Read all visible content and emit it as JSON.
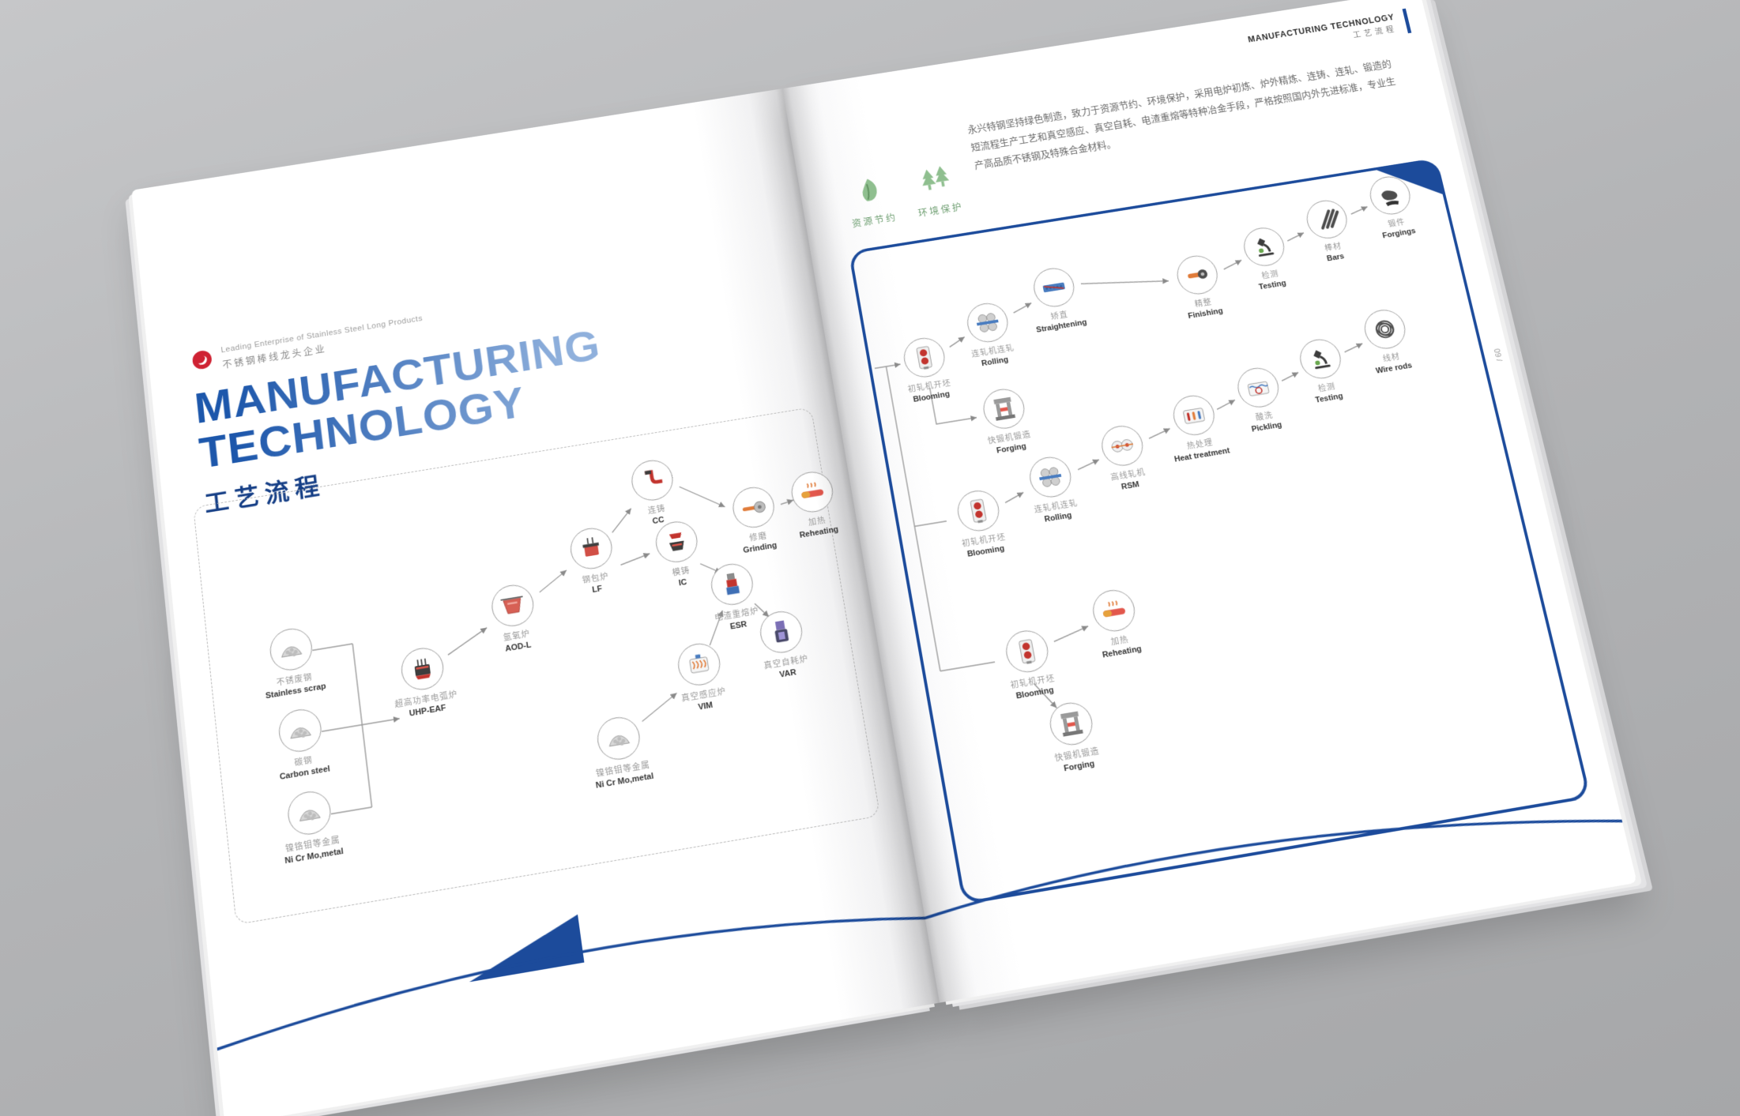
{
  "colors": {
    "brand_blue": "#1c4b9b",
    "accent_red": "#cf2233",
    "eco_green": "#7cb87c",
    "backdrop_gray": "#b4b5b7"
  },
  "left_page": {
    "brand": {
      "logo_icon": "red-swirl-logo-icon",
      "en": "Leading Enterprise of Stainless Steel Long Products",
      "zh": "不锈钢棒线龙头企业"
    },
    "title": {
      "line1": "MANUFACTURING",
      "line2": "TECHNOLOGY",
      "subtitle": "工艺流程"
    },
    "flow": {
      "nodes": [
        {
          "id": "stainless-scrap",
          "zh": "不锈废钢",
          "en": "Stainless scrap",
          "icon": "scrap-pile-icon"
        },
        {
          "id": "carbon-steel",
          "zh": "碳钢",
          "en": "Carbon steel",
          "icon": "scrap-pile-icon"
        },
        {
          "id": "nicrmo-top",
          "zh": "镍铬钼等金属",
          "en": "Ni Cr Mo,metal",
          "icon": "scrap-pile-icon"
        },
        {
          "id": "uhp-eaf",
          "zh": "超高功率电弧炉",
          "en": "UHP-EAF",
          "icon": "eaf-furnace-icon"
        },
        {
          "id": "aod-l",
          "zh": "氩氧炉",
          "en": "AOD-L",
          "icon": "aod-ladle-icon"
        },
        {
          "id": "lf",
          "zh": "钢包炉",
          "en": "LF",
          "icon": "lf-furnace-icon"
        },
        {
          "id": "cc",
          "zh": "连铸",
          "en": "CC",
          "icon": "continuous-casting-icon"
        },
        {
          "id": "ic",
          "zh": "模铸",
          "en": "IC",
          "icon": "ingot-casting-icon"
        },
        {
          "id": "grinding",
          "zh": "修磨",
          "en": "Grinding",
          "icon": "grinding-icon"
        },
        {
          "id": "reheating",
          "zh": "加热",
          "en": "Reheating",
          "icon": "reheating-icon"
        },
        {
          "id": "esr",
          "zh": "电渣重熔炉",
          "en": "ESR",
          "icon": "esr-furnace-icon"
        },
        {
          "id": "var",
          "zh": "真空自耗炉",
          "en": "VAR",
          "icon": "var-furnace-icon"
        },
        {
          "id": "vim",
          "zh": "真空感应炉",
          "en": "VIM",
          "icon": "vim-furnace-icon"
        },
        {
          "id": "nicrmo-bottom",
          "zh": "镍铬钼等金属",
          "en": "Ni Cr Mo,metal",
          "icon": "scrap-pile-icon"
        }
      ]
    }
  },
  "right_page": {
    "header": {
      "en": "MANUFACTURING TECHNOLOGY",
      "zh": "工艺流程"
    },
    "eco": [
      {
        "label": "资源节约",
        "icon": "leaf-icon"
      },
      {
        "label": "环境保护",
        "icon": "pine-trees-icon"
      }
    ],
    "paragraph": "永兴特钢坚持绿色制造，致力于资源节约、环境保护，采用电炉初炼、炉外精炼、连铸、连轧、锻造的短流程生产工艺和真空感应、真空自耗、电渣重熔等特种冶金手段，严格按照国内外先进标准，专业生产高品质不锈钢及特殊合金材料。",
    "page_number": "09 /",
    "flow": {
      "nodes": [
        {
          "id": "blooming-1",
          "zh": "初轧机开坯",
          "en": "Blooming",
          "icon": "blooming-mill-icon"
        },
        {
          "id": "rolling-1",
          "zh": "连轧机连轧",
          "en": "Rolling",
          "icon": "rolling-mill-icon"
        },
        {
          "id": "straightening",
          "zh": "矫直",
          "en": "Straightening",
          "icon": "straightening-icon"
        },
        {
          "id": "finishing",
          "zh": "精整",
          "en": "Finishing",
          "icon": "finishing-icon"
        },
        {
          "id": "testing-1",
          "zh": "检测",
          "en": "Testing",
          "icon": "testing-icon"
        },
        {
          "id": "bars",
          "zh": "棒材",
          "en": "Bars",
          "icon": "bars-icon"
        },
        {
          "id": "forgings",
          "zh": "锻件",
          "en": "Forgings",
          "icon": "forgings-icon"
        },
        {
          "id": "forging-1",
          "zh": "快锻机锻造",
          "en": "Forging",
          "icon": "forging-press-icon"
        },
        {
          "id": "blooming-2",
          "zh": "初轧机开坯",
          "en": "Blooming",
          "icon": "blooming-mill-icon"
        },
        {
          "id": "rolling-2",
          "zh": "连轧机连轧",
          "en": "Rolling",
          "icon": "rolling-mill-icon"
        },
        {
          "id": "rsm",
          "zh": "高线轧机",
          "en": "RSM",
          "icon": "rsm-mill-icon"
        },
        {
          "id": "heat-treatment",
          "zh": "热处理",
          "en": "Heat treatment",
          "icon": "heat-treatment-icon"
        },
        {
          "id": "pickling",
          "zh": "酸洗",
          "en": "Pickling",
          "icon": "pickling-icon"
        },
        {
          "id": "testing-2",
          "zh": "检测",
          "en": "Testing",
          "icon": "testing-icon"
        },
        {
          "id": "wire-rods",
          "zh": "线材",
          "en": "Wire rods",
          "icon": "wire-rods-icon"
        },
        {
          "id": "blooming-3",
          "zh": "初轧机开坯",
          "en": "Blooming",
          "icon": "blooming-mill-icon"
        },
        {
          "id": "reheating-2",
          "zh": "加热",
          "en": "Reheating",
          "icon": "reheating-icon"
        },
        {
          "id": "forging-2",
          "zh": "快锻机锻造",
          "en": "Forging",
          "icon": "forging-press-icon"
        }
      ]
    }
  }
}
